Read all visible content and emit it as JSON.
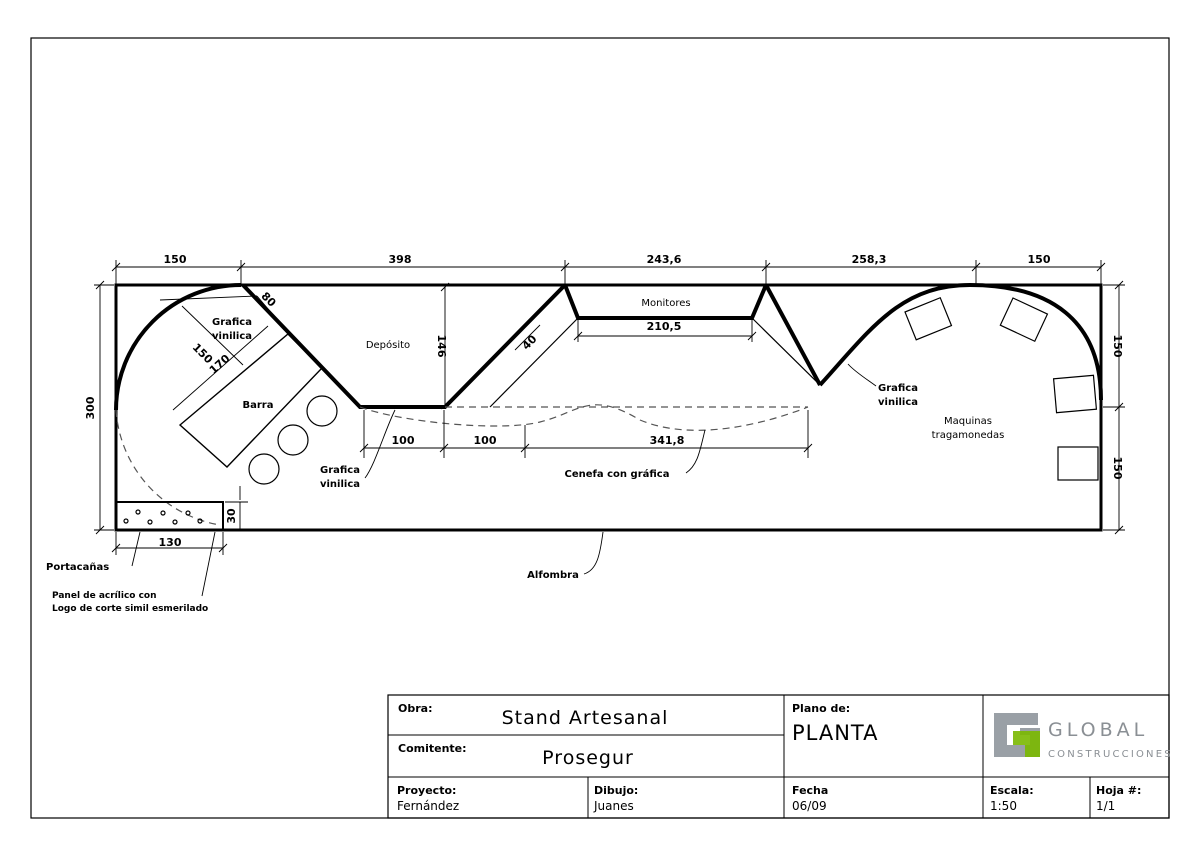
{
  "plan": {
    "dimensions": {
      "top": [
        "150",
        "398",
        "243,6",
        "258,3",
        "150"
      ],
      "left_height": "300",
      "right_upper": "150",
      "right_lower": "150",
      "deposito_depth": "146",
      "monitores_inner": "210,5",
      "slanted_depth": "40",
      "barra_depth": "80",
      "barra_length": "170",
      "curve_radius": "150",
      "cenefa_a": "100",
      "cenefa_b": "100",
      "cenefa_c": "341,8",
      "portacanas_width": "130",
      "portacanas_depth": "30"
    },
    "labels": {
      "grafica_vinilica_top_1": "Grafica",
      "grafica_vinilica_top_2": "vinilica",
      "deposito": "Depósito",
      "monitores": "Monitores",
      "barra": "Barra",
      "grafica_vinilica_mid_1": "Grafica",
      "grafica_vinilica_mid_2": "vinilica",
      "grafica_vinilica_right_1": "Grafica",
      "grafica_vinilica_right_2": "vinilica",
      "maquinas_1": "Maquinas",
      "maquinas_2": "tragamonedas",
      "cenefa": "Cenefa con gráfica",
      "alfombra": "Alfombra",
      "portacanas": "Portacañas",
      "panel_1": "Panel de acrílico con",
      "panel_2": "Logo de corte simil esmerilado"
    }
  },
  "title_block": {
    "obra_label": "Obra:",
    "obra_value": "Stand Artesanal",
    "comitente_label": "Comitente:",
    "comitente_value": "Prosegur",
    "plano_label": "Plano de:",
    "plano_value": "PLANTA",
    "proyecto_label": "Proyecto:",
    "proyecto_value": "Fernández",
    "dibujo_label": "Dibujo:",
    "dibujo_value": "Juanes",
    "fecha_label": "Fecha",
    "fecha_value": "06/09",
    "escala_label": "Escala:",
    "escala_value": "1:50",
    "hoja_label": "Hoja #:",
    "hoja_value": "1/1",
    "logo_name": "GLOBAL",
    "logo_sub": "CONSTRUCCIONES",
    "logo_colors": [
      "#9aa0a6",
      "#7ab800"
    ]
  }
}
